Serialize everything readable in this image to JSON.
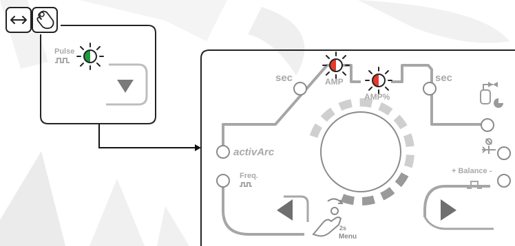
{
  "panel": {
    "pulse_label": "Pulse",
    "sec_left": "sec",
    "amp_label": "AMP",
    "amp_percent_label": "AMP%",
    "sec_right": "sec",
    "activarc_label": "activArc",
    "freq_label": "Freq.",
    "balance_label": "+ Balance -",
    "menu_hold_time": "2s",
    "menu_label": "Menu"
  },
  "leds": {
    "pulse": {
      "left": "#1e9a3f",
      "right": "#ffffff",
      "lit": true
    },
    "amp": {
      "left": "#e53a2b",
      "right": "#ffffff",
      "lit": true
    },
    "amp_percent": {
      "left": "#e53a2b",
      "right": "#ffffff",
      "lit": true
    }
  },
  "colors": {
    "outline": "#222222",
    "panel_lines": "#a6a6a6",
    "watermark": "#ebebeb",
    "arc_light": "#cfcfcf",
    "arc_dark": "#9a9a9a",
    "connector": "#111111"
  }
}
